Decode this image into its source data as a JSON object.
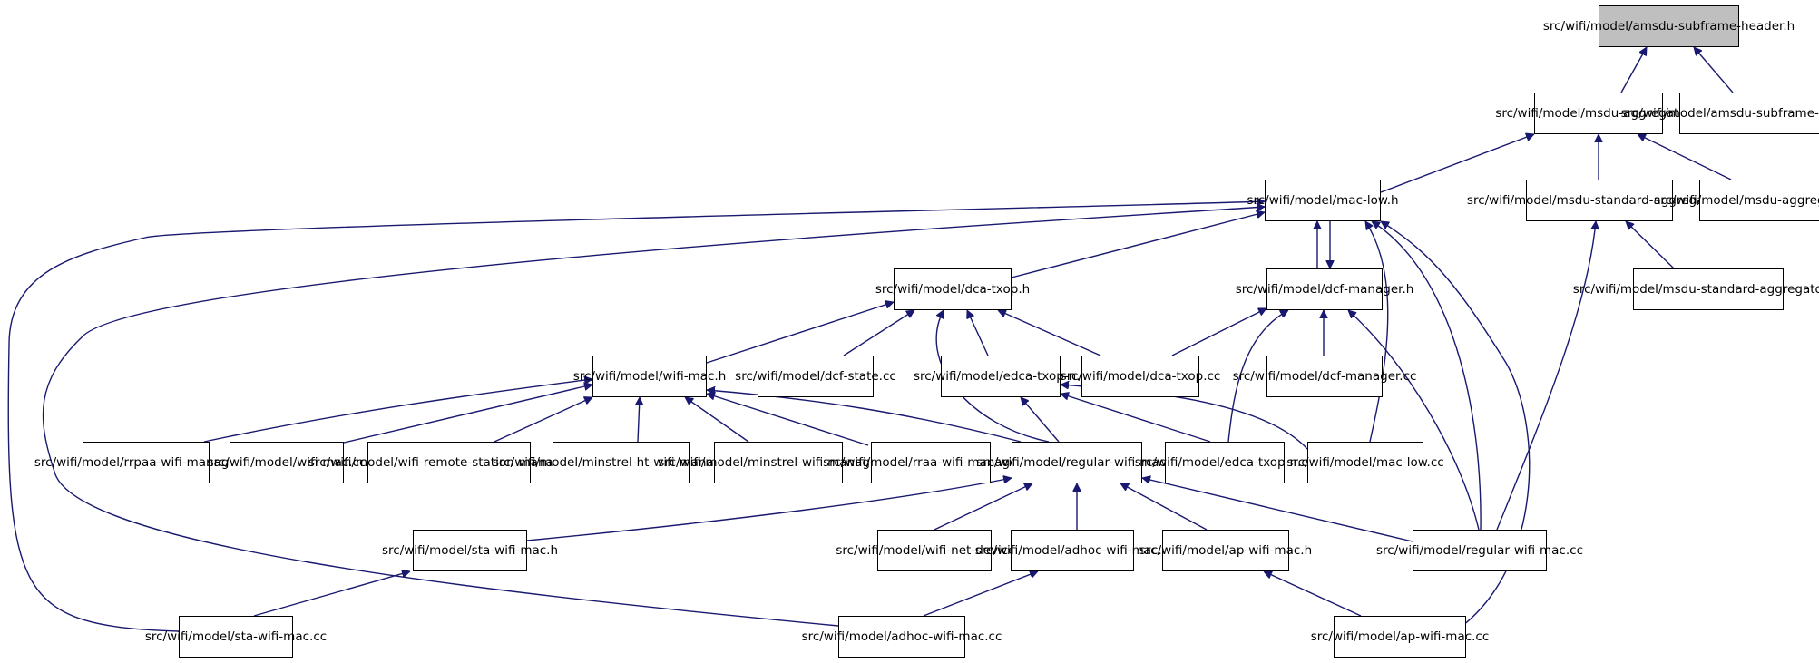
{
  "diagram": {
    "type": "include-dependency-graph",
    "colors": {
      "edge": "#191970",
      "root_fill": "#bfbfbf",
      "node_fill": "#ffffff",
      "border": "#000000"
    },
    "nodes": {
      "amsdu_h": {
        "line1": "src/wifi/model/amsdu",
        "line2": "-subframe-header.h"
      },
      "msdu_agg_h": {
        "line1": "src/wifi/model/msdu",
        "line2": "-aggregator.h"
      },
      "amsdu_cc": {
        "line1": "src/wifi/model/amsdu",
        "line2": "-subframe-header.cc"
      },
      "mac_low_h": {
        "line1": "src/wifi/model/mac",
        "line2": "-low.h"
      },
      "msdu_std_h": {
        "line1": "src/wifi/model/msdu",
        "line2": "-standard-aggregator.h"
      },
      "msdu_agg_cc": {
        "line1": "src/wifi/model/msdu",
        "line2": "-aggregator.cc"
      },
      "dca_h": {
        "line1": "src/wifi/model/dca",
        "line2": "-txop.h"
      },
      "dcf_h": {
        "line1": "src/wifi/model/dcf",
        "line2": "-manager.h"
      },
      "msdu_std_cc": {
        "line1": "src/wifi/model/msdu",
        "line2": "-standard-aggregator.cc"
      },
      "wifi_mac_h": {
        "line1": "src/wifi/model/wifi",
        "line2": "-mac.h"
      },
      "dcf_state_cc": {
        "line1": "src/wifi/model/dcf",
        "line2": "-state.cc"
      },
      "edca_h": {
        "line1": "src/wifi/model/edca",
        "line2": "-txop-n.h"
      },
      "dca_cc": {
        "line1": "src/wifi/model/dca",
        "line2": "-txop.cc"
      },
      "dcf_cc": {
        "line1": "src/wifi/model/dcf",
        "line2": "-manager.cc"
      },
      "rrpaa_cc": {
        "line1": "src/wifi/model/rrpaa",
        "line2": "-wifi-manager.cc"
      },
      "wifi_mac_cc": {
        "line1": "src/wifi/model/wifi",
        "line2": "-mac.cc"
      },
      "wifi_rsm_cc": {
        "line1": "src/wifi/model/wifi",
        "line2": "-remote-station-manager.cc"
      },
      "minst_ht_cc": {
        "line1": "src/wifi/model/minstrel",
        "line2": "-ht-wifi-manager.cc"
      },
      "minst_cc": {
        "line1": "src/wifi/model/minstrel",
        "line2": "-wifi-manager.cc"
      },
      "rraa_cc": {
        "line1": "src/wifi/model/rraa",
        "line2": "-wifi-manager.cc"
      },
      "reg_h": {
        "line1": "src/wifi/model/regular",
        "line2": "-wifi-mac.h"
      },
      "edca_cc": {
        "line1": "src/wifi/model/edca",
        "line2": "-txop-n.cc"
      },
      "mac_low_cc": {
        "line1": "src/wifi/model/mac",
        "line2": "-low.cc"
      },
      "sta_h": {
        "line1": "src/wifi/model/sta",
        "line2": "-wifi-mac.h"
      },
      "wifi_nd_cc": {
        "line1": "src/wifi/model/wifi",
        "line2": "-net-device.cc"
      },
      "adhoc_h": {
        "line1": "src/wifi/model/adhoc",
        "line2": "-wifi-mac.h"
      },
      "ap_h": {
        "line1": "src/wifi/model/ap-wifi",
        "line2": "-mac.h"
      },
      "reg_cc": {
        "line1": "src/wifi/model/regular",
        "line2": "-wifi-mac.cc"
      },
      "sta_cc": {
        "line1": "src/wifi/model/sta",
        "line2": "-wifi-mac.cc"
      },
      "adhoc_cc": {
        "line1": "src/wifi/model/adhoc",
        "line2": "-wifi-mac.cc"
      },
      "ap_cc": {
        "line1": "src/wifi/model/ap-wifi",
        "line2": "-mac.cc"
      }
    },
    "edges": [
      [
        "msdu_agg_h",
        "amsdu_h"
      ],
      [
        "amsdu_cc",
        "amsdu_h"
      ],
      [
        "mac_low_h",
        "msdu_agg_h"
      ],
      [
        "msdu_std_h",
        "msdu_agg_h"
      ],
      [
        "msdu_agg_cc",
        "msdu_agg_h"
      ],
      [
        "dca_h",
        "mac_low_h"
      ],
      [
        "dcf_h",
        "mac_low_h"
      ],
      [
        "mac_low_cc",
        "mac_low_h"
      ],
      [
        "reg_cc",
        "mac_low_h"
      ],
      [
        "ap_cc",
        "mac_low_h"
      ],
      [
        "sta_cc",
        "mac_low_h"
      ],
      [
        "adhoc_cc",
        "mac_low_h"
      ],
      [
        "mac_low_h",
        "dcf_h"
      ],
      [
        "reg_cc",
        "msdu_std_h"
      ],
      [
        "msdu_std_cc",
        "msdu_std_h"
      ],
      [
        "wifi_mac_h",
        "dca_h"
      ],
      [
        "dcf_state_cc",
        "dca_h"
      ],
      [
        "edca_h",
        "dca_h"
      ],
      [
        "dca_cc",
        "dca_h"
      ],
      [
        "reg_h",
        "dca_h"
      ],
      [
        "dca_cc",
        "dcf_h"
      ],
      [
        "dcf_cc",
        "dcf_h"
      ],
      [
        "edca_cc",
        "dcf_h"
      ],
      [
        "reg_cc",
        "dcf_h"
      ],
      [
        "rrpaa_cc",
        "wifi_mac_h"
      ],
      [
        "wifi_mac_cc",
        "wifi_mac_h"
      ],
      [
        "wifi_rsm_cc",
        "wifi_mac_h"
      ],
      [
        "minst_ht_cc",
        "wifi_mac_h"
      ],
      [
        "minst_cc",
        "wifi_mac_h"
      ],
      [
        "rraa_cc",
        "wifi_mac_h"
      ],
      [
        "reg_h",
        "wifi_mac_h"
      ],
      [
        "reg_h",
        "edca_h"
      ],
      [
        "edca_cc",
        "edca_h"
      ],
      [
        "mac_low_cc",
        "edca_h"
      ],
      [
        "sta_h",
        "reg_h"
      ],
      [
        "wifi_nd_cc",
        "reg_h"
      ],
      [
        "adhoc_h",
        "reg_h"
      ],
      [
        "ap_h",
        "reg_h"
      ],
      [
        "reg_cc",
        "reg_h"
      ],
      [
        "sta_cc",
        "sta_h"
      ],
      [
        "adhoc_cc",
        "adhoc_h"
      ],
      [
        "ap_cc",
        "ap_h"
      ]
    ]
  }
}
